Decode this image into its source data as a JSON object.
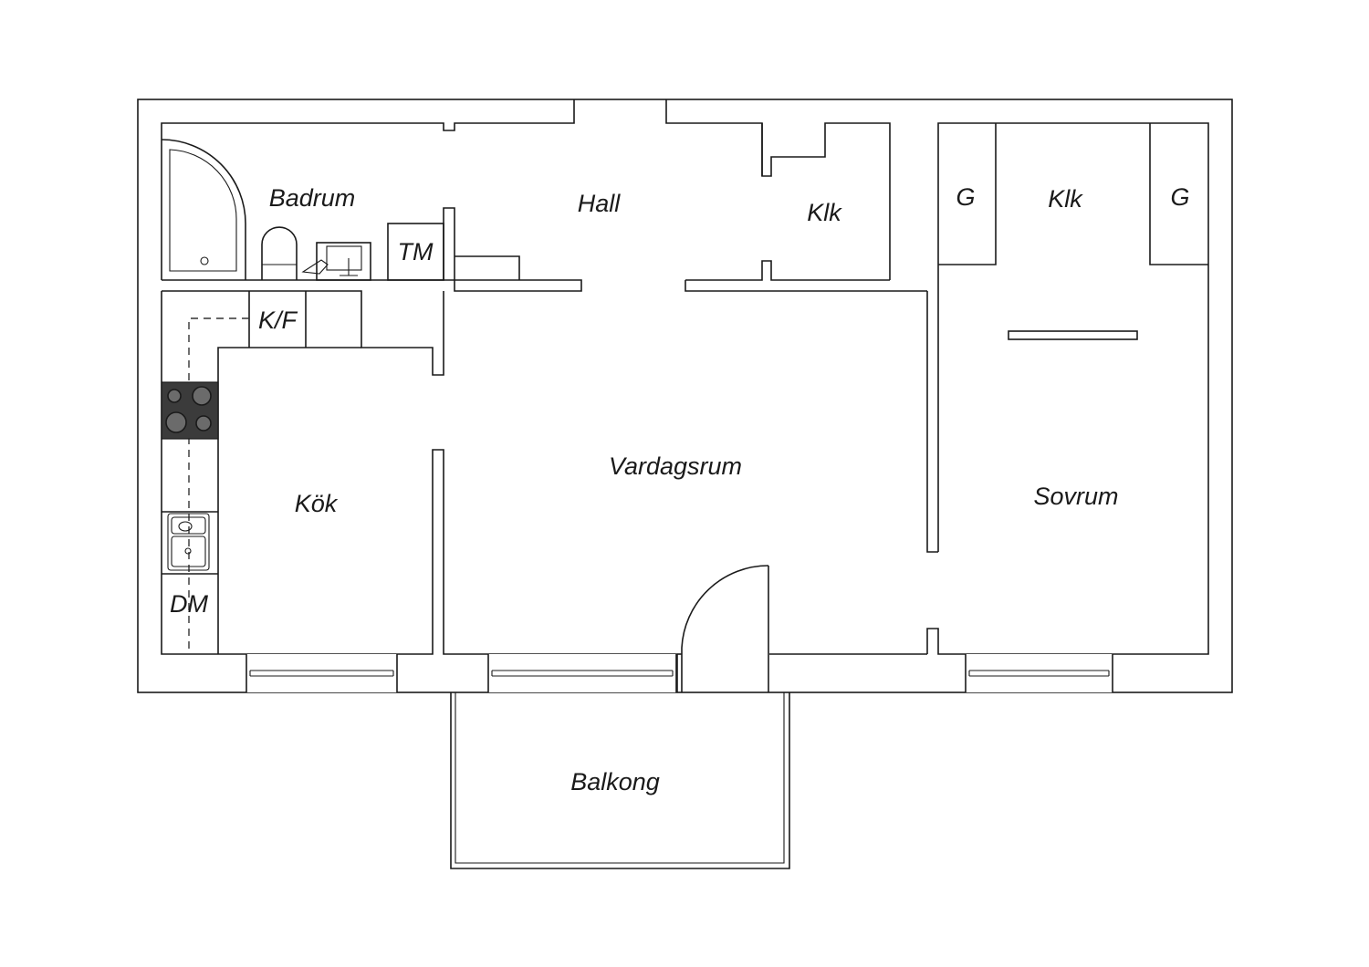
{
  "rooms": {
    "badrum": "Badrum",
    "hall": "Hall",
    "klk_hall": "Klk",
    "klk_sovrum": "Klk",
    "g_left": "G",
    "g_right": "G",
    "tm": "TM",
    "kf": "K/F",
    "kok": "Kök",
    "dm": "DM",
    "vardagsrum": "Vardagsrum",
    "sovrum": "Sovrum",
    "balkong": "Balkong"
  },
  "colors": {
    "line": "#1a1a1a",
    "background": "#ffffff",
    "hob": "#3b3b3b"
  }
}
